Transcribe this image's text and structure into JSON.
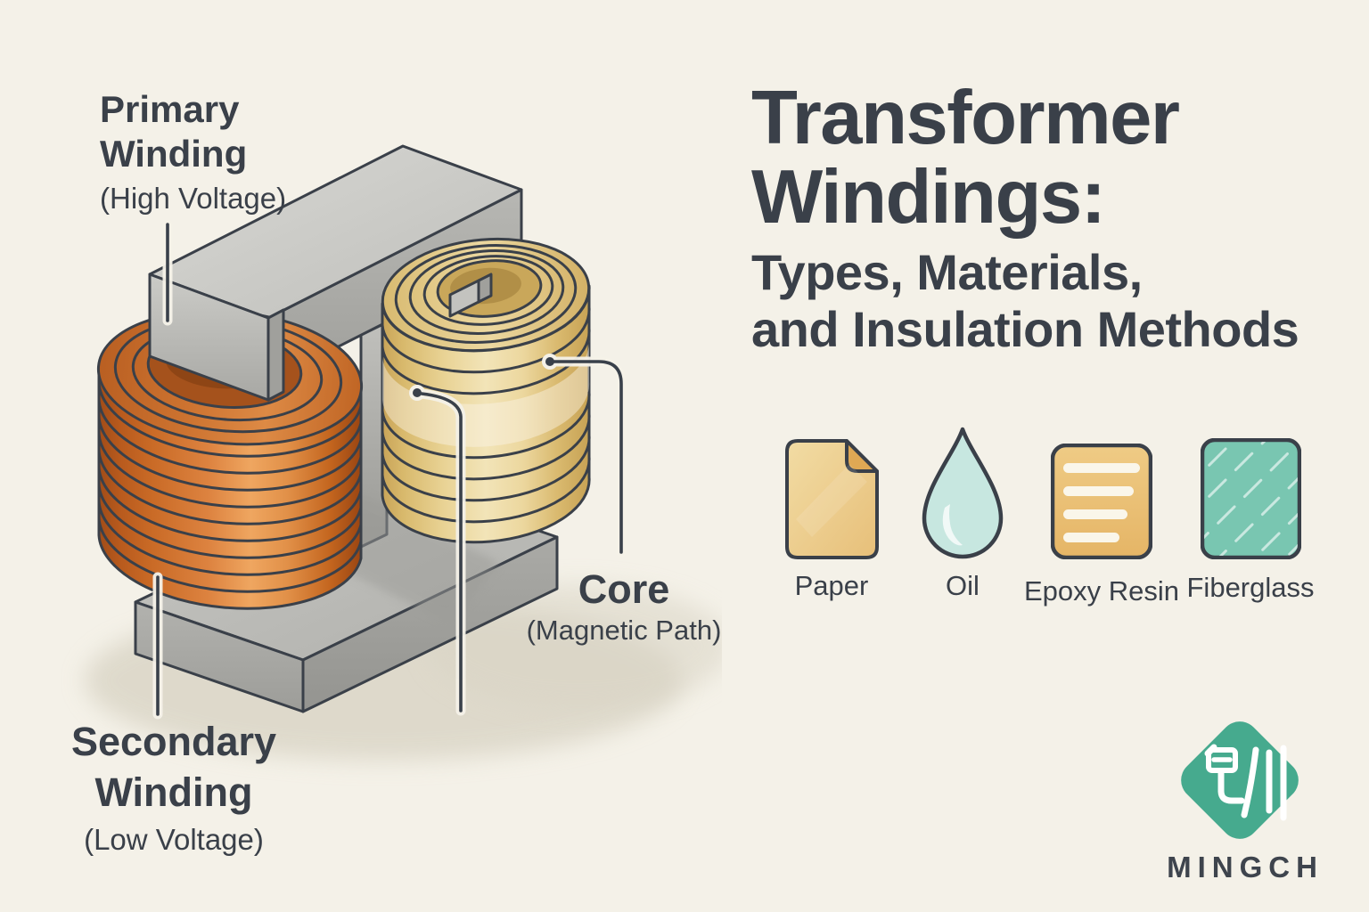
{
  "canvas": {
    "background": "#f4f1e8",
    "text_color": "#3a4049"
  },
  "header": {
    "title_line1": "Transformer",
    "title_line2": "Windings:",
    "subtitle_line1": "Types, Materials,",
    "subtitle_line2": "and Insulation Methods"
  },
  "diagram": {
    "labels": {
      "primary": {
        "line1": "Primary",
        "line2": "Winding",
        "note": "(High Voltage)"
      },
      "secondary": {
        "line1": "Secondary",
        "line2": "Winding",
        "note": "(Low Voltage)"
      },
      "core": {
        "line1": "Core",
        "note": "(Magnetic Path)"
      }
    },
    "colors": {
      "outline": "#3a4049",
      "core_gray": "#c2c2be",
      "primary_coil": "#d97c35",
      "secondary_coil": "#eed9a4"
    }
  },
  "materials": {
    "items": [
      {
        "name": "Paper",
        "icon": "paper-document-icon",
        "color": "#ecc887"
      },
      {
        "name": "Oil",
        "icon": "oil-droplet-icon",
        "color": "#c7e7e0"
      },
      {
        "name": "Epoxy Resin",
        "icon": "epoxy-resin-icon",
        "color": "#ecc478"
      },
      {
        "name": "Fiberglass",
        "icon": "fiberglass-icon",
        "color": "#79c6b1"
      }
    ]
  },
  "brand": {
    "wordmark": "MINGCH",
    "logo_color": "#46aa8e"
  }
}
